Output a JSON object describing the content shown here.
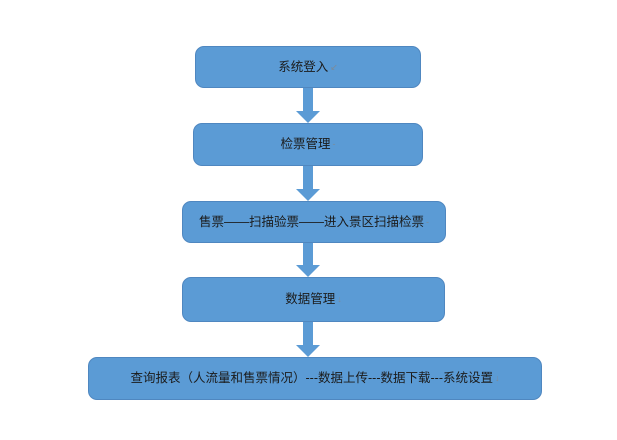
{
  "flowchart": {
    "nodes": [
      {
        "label": "系统登入",
        "mark": "↙"
      },
      {
        "label": "检票管理",
        "mark": "-"
      },
      {
        "label": "售票——扫描验票——进入景区扫描检票",
        "mark": "-"
      },
      {
        "label": "数据管理",
        "mark": "↓"
      },
      {
        "label": "查询报表（人流量和售票情况）---数据上传---数据下载---系统设置",
        "mark": "↓"
      }
    ],
    "colors": {
      "node_fill": "#5b9bd5",
      "node_border": "#4f87c0",
      "arrow_fill": "#5b9bd5",
      "text": "#1b1b1b",
      "background": "#ffffff"
    }
  }
}
